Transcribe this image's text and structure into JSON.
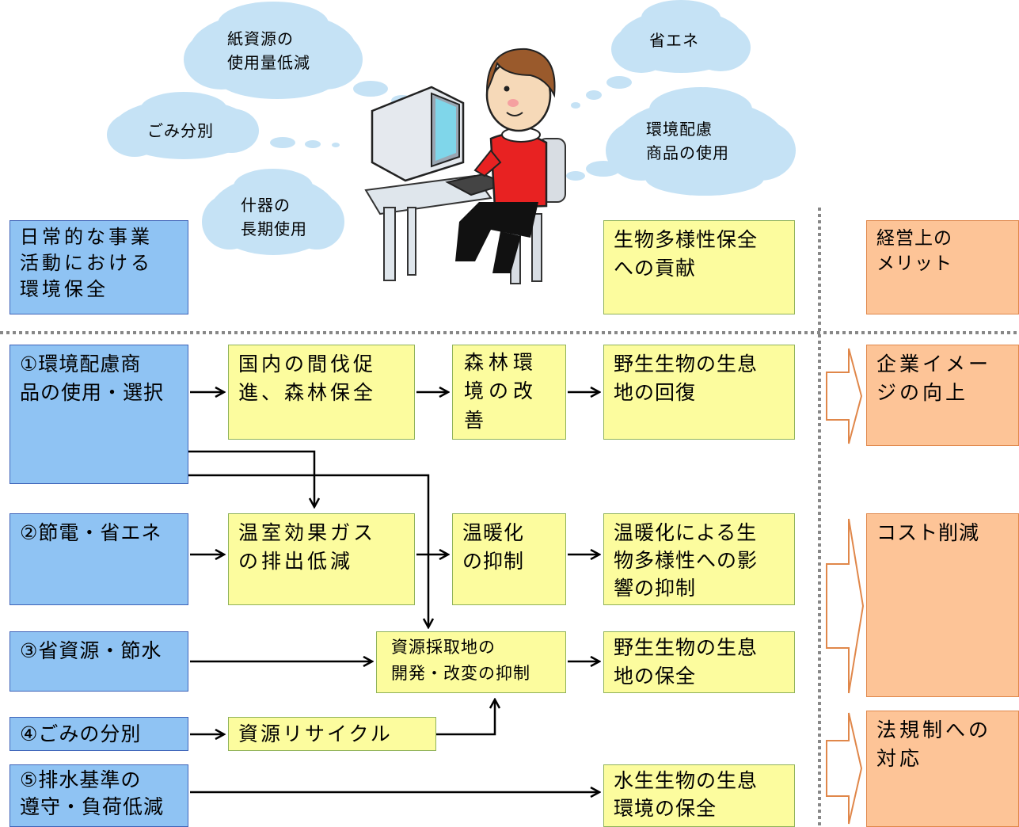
{
  "clouds": {
    "paper": "紙資源の\n使用量低減",
    "energy": "省エネ",
    "garbage": "ごみ分別",
    "eco_products": "環境配慮\n商品の使用",
    "furniture": "什器の\n長期使用"
  },
  "headers": {
    "daily": "日常的な事業\n活動における\n環境保全",
    "biodiversity": "生物多様性保全\nへの貢献",
    "merit": "経営上の\nメリット"
  },
  "actions": {
    "a1": "①環境配慮商\n品の使用・選択",
    "a2": "②節電・省エネ",
    "a3": "③省資源・節水",
    "a4": "④ごみの分別",
    "a5": "⑤排水基準の\n遵守・負荷低減"
  },
  "effects": {
    "forest_thinning": "国内の間伐促\n進、森林保全",
    "forest_env": "森林環\n境の改\n善",
    "habitat_recovery": "野生生物の生息\n地の回復",
    "ghg": "温室効果ガス\nの排出低減",
    "warming": "温暖化\nの抑制",
    "warming_bio": "温暖化による生\n物多様性への影\n響の抑制",
    "resource_site": "資源採取地の\n開発・改変の抑制",
    "habitat_protect": "野生生物の生息\n地の保全",
    "recycle": "資源リサイクル",
    "aquatic": "水生生物の生息\n環境の保全"
  },
  "merits": {
    "image": "企業イメー\nジの向上",
    "cost": "コスト削減",
    "regulation": "法規制への\n対応"
  },
  "colors": {
    "blue": "#8fc3f3",
    "yellow": "#fcfc9e",
    "orange": "#fdc497",
    "cloud": "#c5e2f5"
  }
}
